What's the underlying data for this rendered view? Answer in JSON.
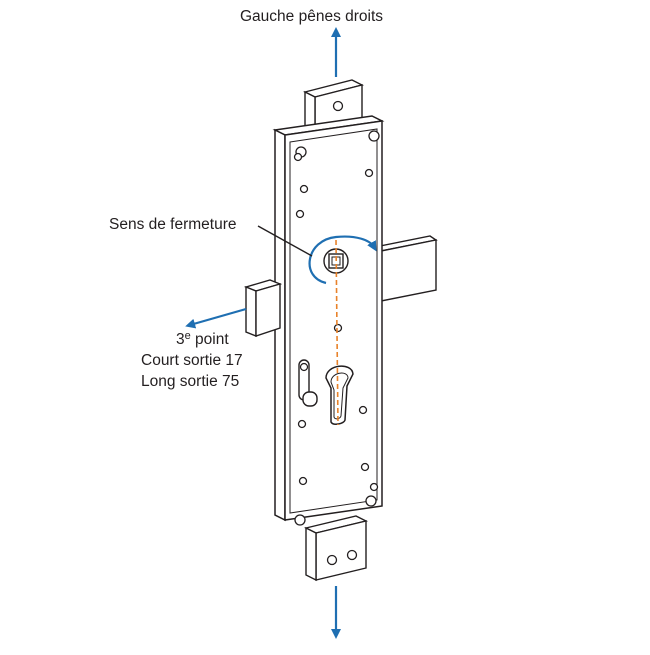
{
  "labels": {
    "top_direction": "Gauche pênes droits",
    "closing_direction": "Sens de fermeture",
    "third_point": {
      "prefix": "3",
      "superscript": "e",
      "suffix": " point"
    },
    "short_exit": "Court sortie 17",
    "long_exit": "Long sortie 75"
  },
  "colors": {
    "arrow": "#1f6fb2",
    "outline": "#231f20",
    "axis": "#e8822a",
    "fill": "#ffffff"
  },
  "icons": {
    "arrow_up": "arrow-up-icon",
    "arrow_down": "arrow-down-icon",
    "rotation": "rotation-arrow-icon",
    "lock": "multipoint-lock-icon"
  }
}
